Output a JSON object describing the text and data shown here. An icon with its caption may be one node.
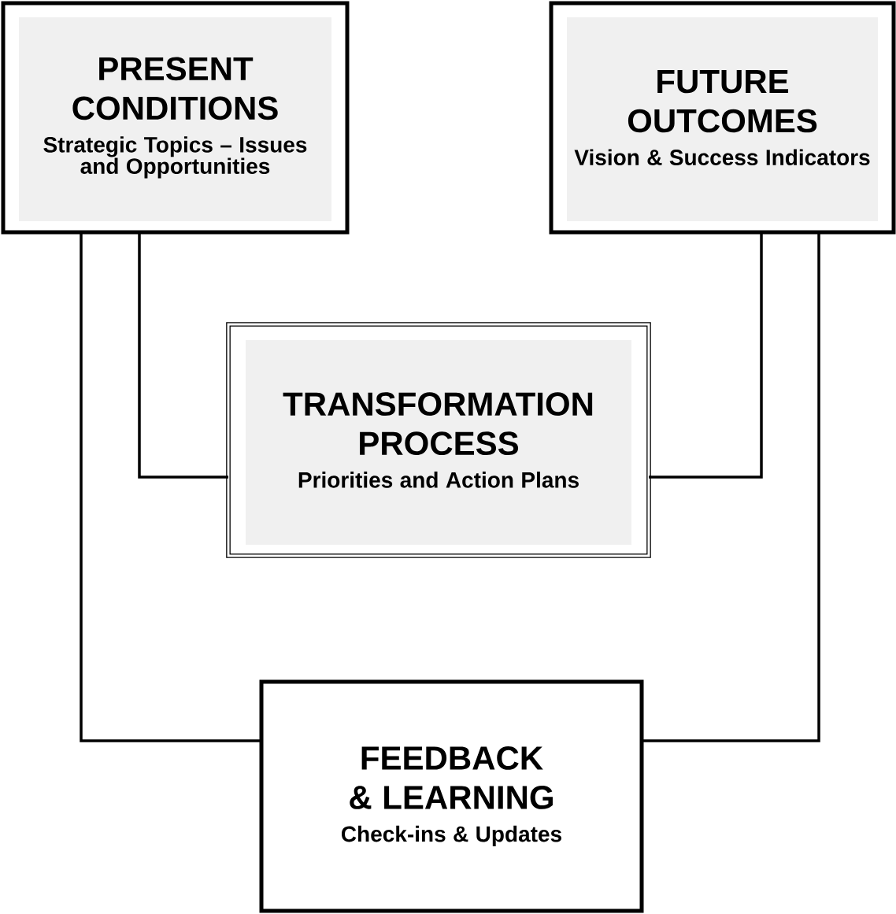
{
  "diagram": {
    "nodes": [
      {
        "text": [
          "PRESENT CONDITIONS",
          "Strategic Topics – Issues and Opportunities"
        ]
      },
      {
        "text": [
          "FUTURE OUTCOMES",
          "Vision & Success Indicators"
        ]
      },
      {
        "text": [
          "TRANSFORMATION PROCESS",
          "Priorities and Action Plans"
        ]
      },
      {
        "text": [
          "FEEDBACK & LEARNING",
          "Check-ins & Updates"
        ]
      }
    ],
    "edges": [
      {
        "from": 0,
        "to": 2,
        "arrow": "none"
      },
      {
        "from": 1,
        "to": 2,
        "arrow": "none"
      },
      {
        "from": 0,
        "to": 3,
        "arrow": "none"
      },
      {
        "from": 1,
        "to": 3,
        "arrow": "none"
      }
    ]
  }
}
